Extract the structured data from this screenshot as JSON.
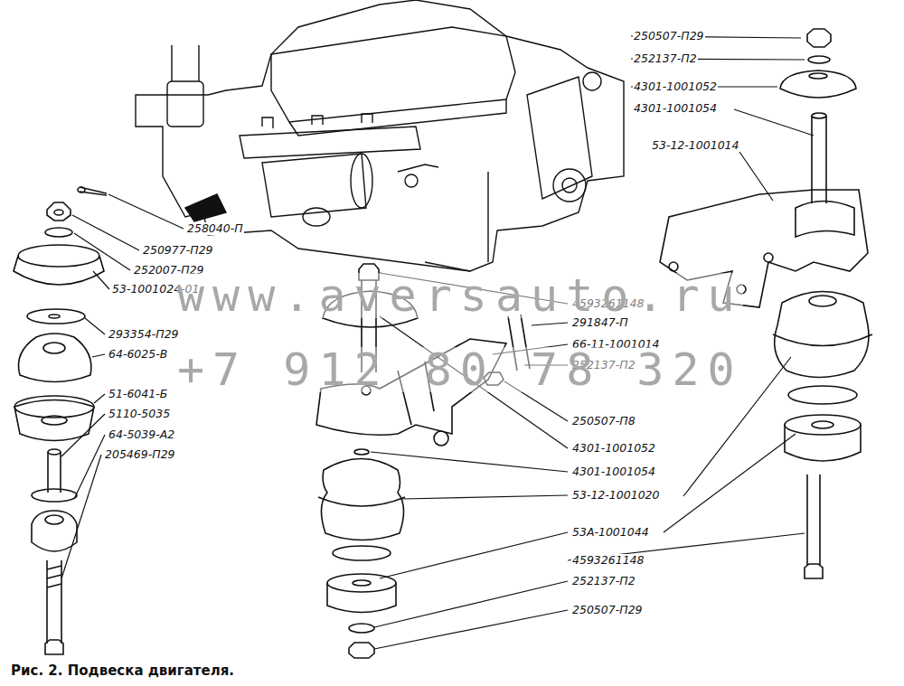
{
  "diagram": {
    "caption": "Рис. 2. Подвеска двигателя.",
    "labels": [
      "258040-П",
      "250977-П29",
      "252007-П29",
      "53-1001024-01",
      "293354-П29",
      "64-6025-В",
      "51-6041-Б",
      "5110-5035",
      "64-5039-А2",
      "205469-П29",
      "250507-П29",
      "252137-П2",
      "4301-1001052",
      "4301-1001054",
      "53-12-1001014",
      "4593261148",
      "291847-П",
      "66-11-1001014",
      "252137-П2",
      "250507-П8",
      "4301-1001052",
      "4301-1001054",
      "53-12-1001020",
      "53А-1001044",
      "4593261148",
      "252137-П2",
      "250507-П29",
      "www.aversauto.ru",
      "+7 912 80 78 320"
    ]
  }
}
